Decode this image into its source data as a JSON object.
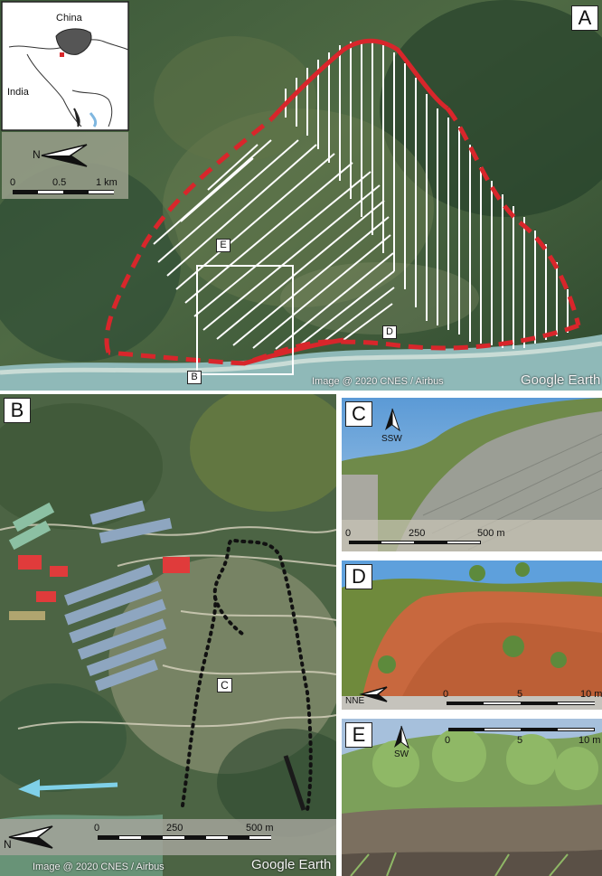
{
  "panels": {
    "a": "A",
    "b": "B",
    "c": "C",
    "d": "D",
    "e": "E"
  },
  "overview": {
    "credit": "Image @ 2020 CNES / Airbus",
    "brand": "Google Earth",
    "markers": {
      "b": "B",
      "d": "D",
      "e": "E"
    },
    "inset_map": {
      "country_north": "China",
      "country_south": "India"
    },
    "inset_scale": {
      "north": "N",
      "t0": "0",
      "t1": "0.5",
      "t2": "1 km"
    }
  },
  "zoom": {
    "credit": "Image @ 2020 CNES / Airbus",
    "brand": "Google Earth",
    "marker_c": "C",
    "scale": {
      "north": "N",
      "t0": "0",
      "t1": "250",
      "t2": "500 m"
    }
  },
  "photo_c": {
    "direction": "SSW",
    "scale": {
      "t0": "0",
      "t1": "250",
      "t2": "500 m"
    }
  },
  "photo_d": {
    "direction": "NNE",
    "scale": {
      "t0": "0",
      "t1": "5",
      "t2": "10 m"
    }
  },
  "photo_e": {
    "direction": "SW",
    "scale": {
      "t0": "0",
      "t1": "5",
      "t2": "10 m"
    }
  },
  "colors": {
    "scarp_red": "#d8262b",
    "river_blue": "#7fd0e8"
  }
}
